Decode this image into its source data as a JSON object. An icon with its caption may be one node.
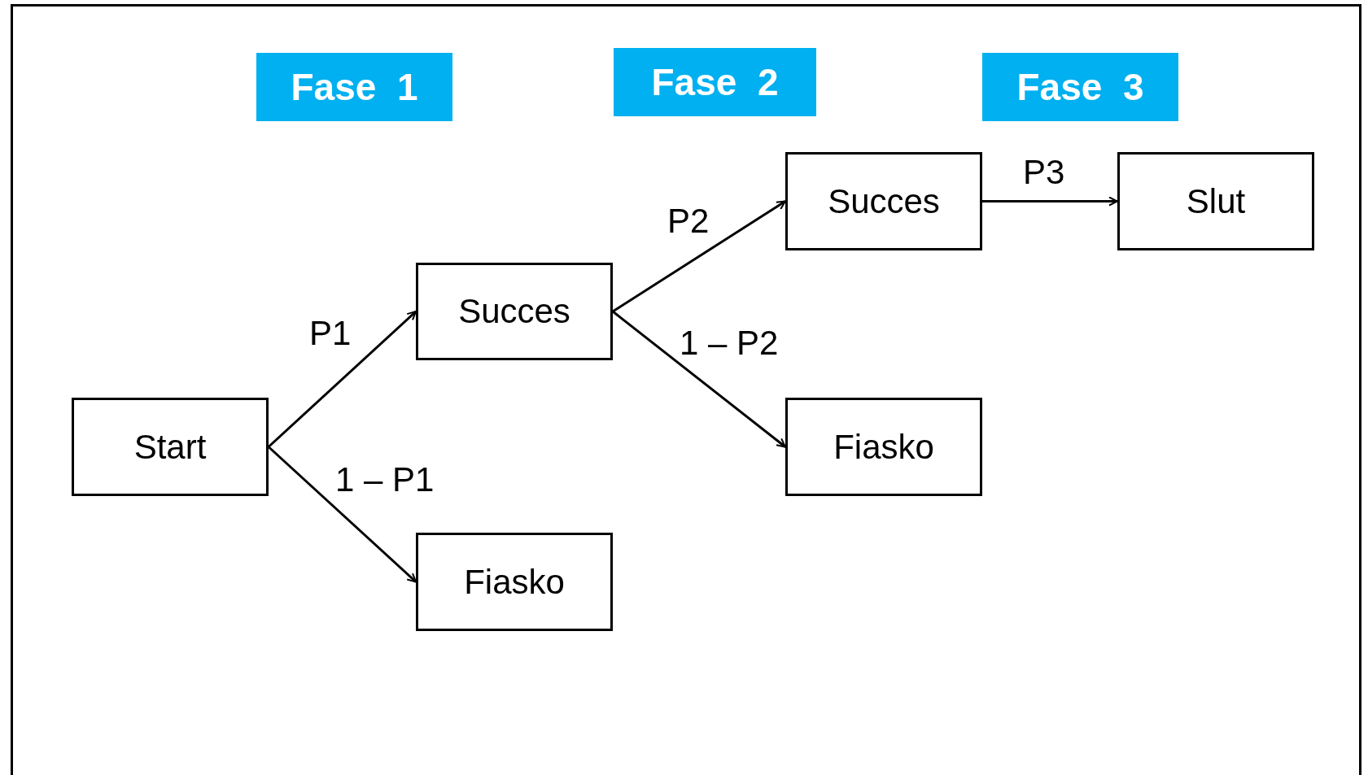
{
  "diagram": {
    "nodes": [
      {
        "text": [
          "Fase  1"
        ]
      },
      {
        "text": [
          "Fase  2"
        ]
      },
      {
        "text": [
          "Fase  3"
        ]
      },
      {
        "text": [
          "Start"
        ]
      },
      {
        "text": [
          "Succes"
        ]
      },
      {
        "text": [
          "Fiasko"
        ]
      },
      {
        "text": [
          "Succes"
        ]
      },
      {
        "text": [
          "Fiasko"
        ]
      },
      {
        "text": [
          "Slut"
        ]
      }
    ],
    "edges": [
      {
        "from": 3,
        "to": 4,
        "arrow": "to",
        "label": "P1"
      },
      {
        "from": 3,
        "to": 5,
        "arrow": "to",
        "label": "1 – P1"
      },
      {
        "from": 4,
        "to": 6,
        "arrow": "to",
        "label": "P2"
      },
      {
        "from": 4,
        "to": 7,
        "arrow": "to",
        "label": "1 – P2"
      },
      {
        "from": 6,
        "to": 8,
        "arrow": "to",
        "label": "P3"
      }
    ]
  }
}
